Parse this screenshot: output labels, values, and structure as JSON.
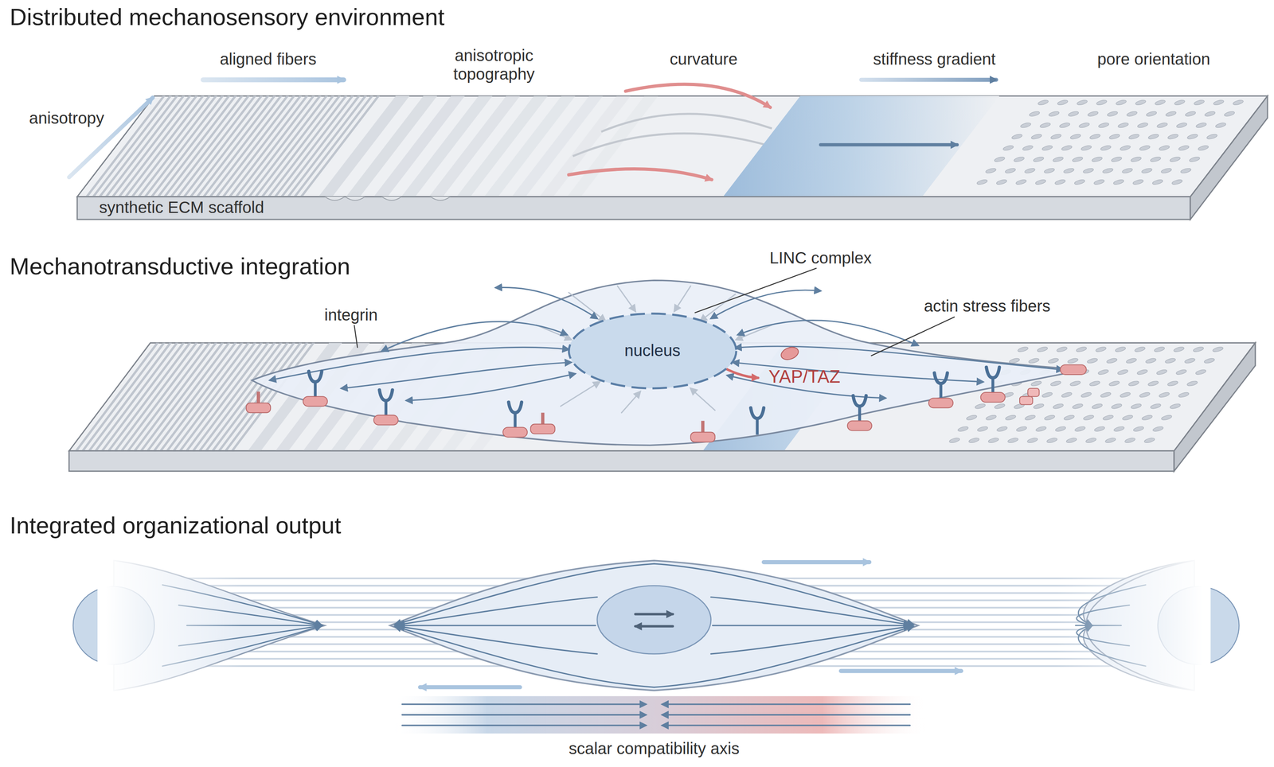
{
  "diagram": {
    "nodes": [
      {
        "text": [
          "nucleus"
        ]
      }
    ],
    "labels": [
      "Distributed mechanosensory environment",
      "aligned fibers",
      "anisotropic topography",
      "curvature",
      "stiffness gradient",
      "pore orientation",
      "anisotropy",
      "synthetic ECM scaffold",
      "Mechanotransductive integration",
      "LINC complex",
      "integrin",
      "actin stress fibers",
      "YAP/TAZ",
      "Integrated organizational output",
      "scalar compatibility axis"
    ]
  }
}
